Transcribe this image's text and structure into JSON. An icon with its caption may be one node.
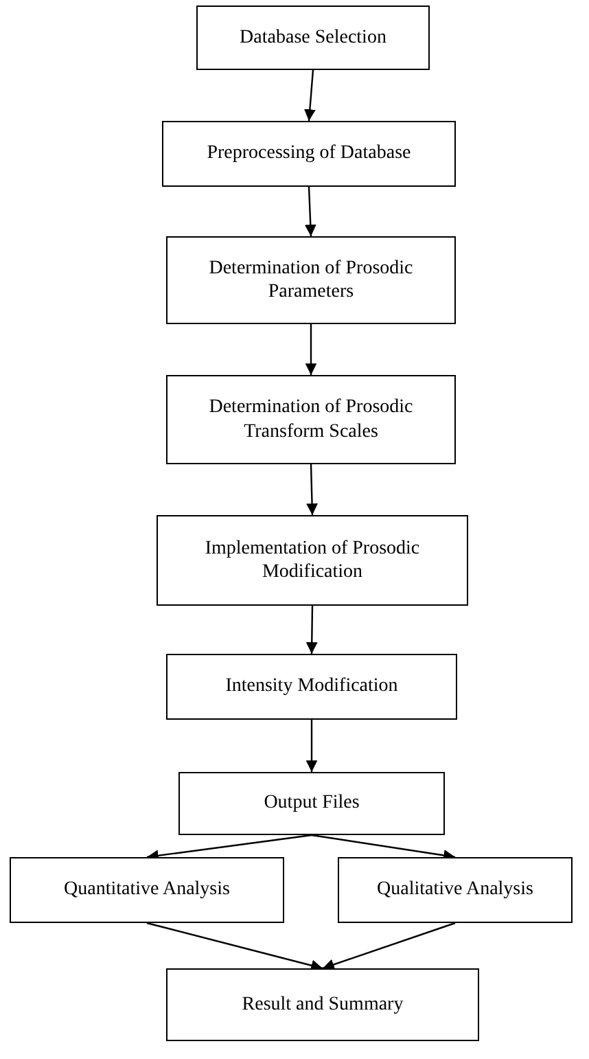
{
  "diagram": {
    "nodes": [
      {
        "text": [
          "Database Selection"
        ]
      },
      {
        "text": [
          "Preprocessing of Database"
        ]
      },
      {
        "text": [
          "Determination of Prosodic Parameters"
        ]
      },
      {
        "text": [
          "Determination of Prosodic Transform Scales"
        ]
      },
      {
        "text": [
          "Implementation of Prosodic Modification"
        ]
      },
      {
        "text": [
          "Intensity Modification"
        ]
      },
      {
        "text": [
          "Output Files"
        ]
      },
      {
        "text": [
          "Quantitative Analysis"
        ]
      },
      {
        "text": [
          "Qualitative Analysis"
        ]
      },
      {
        "text": [
          "Result and Summary"
        ]
      }
    ],
    "edges": [
      {
        "from": 0,
        "to": 1,
        "arrow": "to"
      },
      {
        "from": 1,
        "to": 2,
        "arrow": "to"
      },
      {
        "from": 2,
        "to": 3,
        "arrow": "to"
      },
      {
        "from": 3,
        "to": 4,
        "arrow": "to"
      },
      {
        "from": 4,
        "to": 5,
        "arrow": "to"
      },
      {
        "from": 5,
        "to": 6,
        "arrow": "to"
      },
      {
        "from": 6,
        "to": 7,
        "arrow": "to"
      },
      {
        "from": 6,
        "to": 8,
        "arrow": "to"
      },
      {
        "from": 7,
        "to": 9,
        "arrow": "to"
      },
      {
        "from": 8,
        "to": 9,
        "arrow": "to"
      }
    ]
  }
}
